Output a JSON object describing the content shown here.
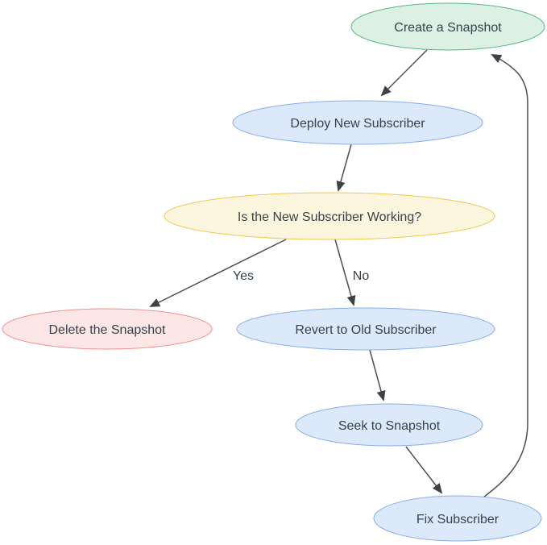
{
  "diagram": {
    "type": "flowchart",
    "nodes": {
      "create_snapshot": {
        "label": "Create a Snapshot",
        "fill": "#ddf0e4",
        "stroke": "#56b789"
      },
      "deploy_new_subscriber": {
        "label": "Deploy New Subscriber",
        "fill": "#dce9fb",
        "stroke": "#88aeea"
      },
      "is_working": {
        "label": "Is the New Subscriber Working?",
        "fill": "#fdf6df",
        "stroke": "#f0c74f"
      },
      "delete_snapshot": {
        "label": "Delete the Snapshot",
        "fill": "#fce6e6",
        "stroke": "#ef9191"
      },
      "revert_old_subscriber": {
        "label": "Revert to Old Subscriber",
        "fill": "#dce9fb",
        "stroke": "#88aeea"
      },
      "seek_to_snapshot": {
        "label": "Seek to Snapshot",
        "fill": "#dce9fb",
        "stroke": "#88aeea"
      },
      "fix_subscriber": {
        "label": "Fix Subscriber",
        "fill": "#dce9fb",
        "stroke": "#88aeea"
      }
    },
    "edge_labels": {
      "yes": "Yes",
      "no": "No"
    },
    "colors": {
      "edge": "#4b4e53",
      "arrow": "#3e4145",
      "text": "#37424a",
      "background": "#ffffff"
    }
  }
}
